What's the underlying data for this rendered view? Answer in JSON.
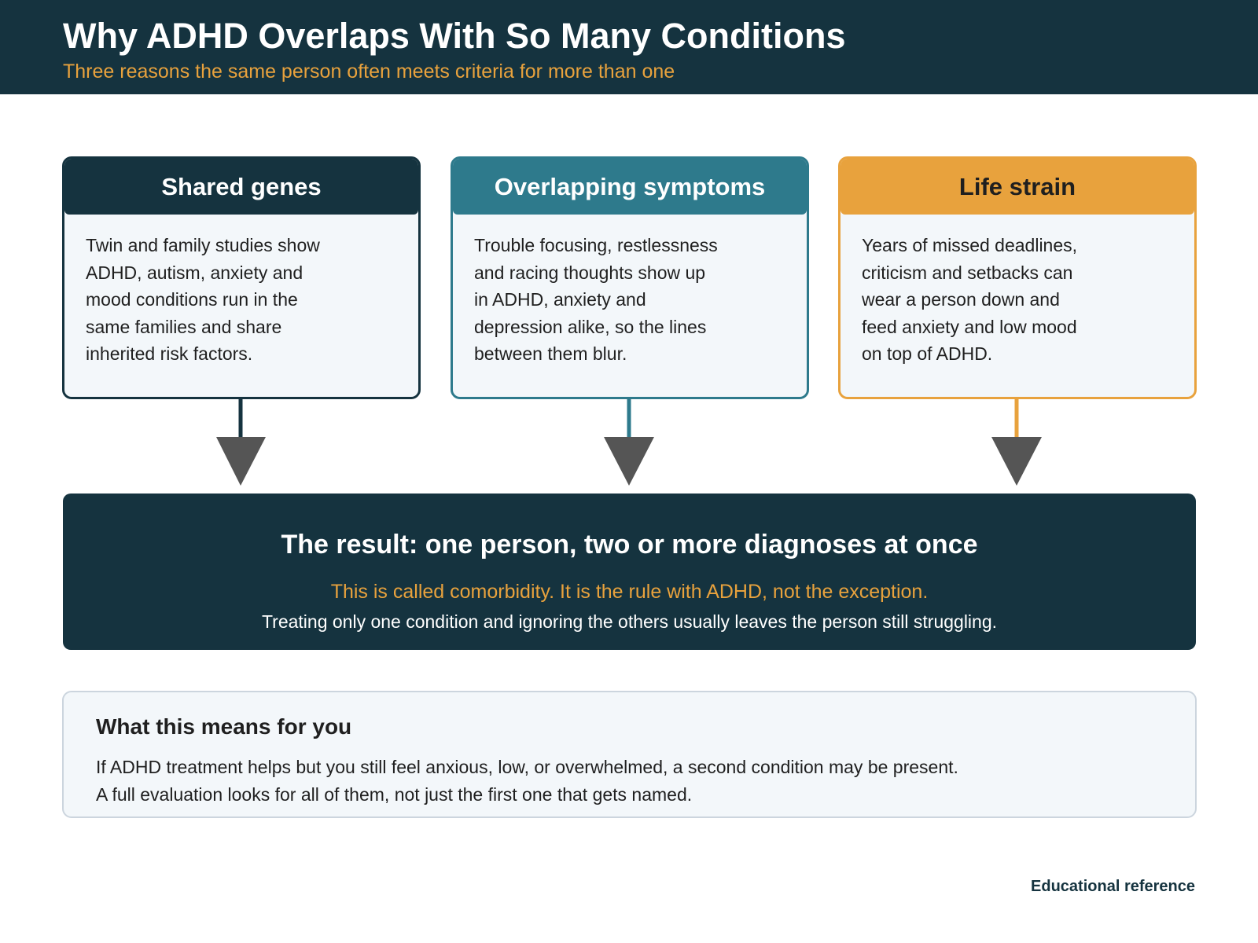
{
  "header": {
    "title": "Why ADHD Overlaps With So Many Conditions",
    "subtitle": "Three reasons the same person often meets criteria for more than one"
  },
  "cards": [
    {
      "title": "Shared genes",
      "text": "Twin and family studies show\nADHD, autism, anxiety and\nmood conditions run in the\nsame families and share\ninherited risk factors.",
      "color": "#15333f"
    },
    {
      "title": "Overlapping symptoms",
      "text": "Trouble focusing, restlessness\nand racing thoughts show up\nin ADHD, anxiety and\ndepression alike, so the lines\nbetween them blur.",
      "color": "#2e7a8c"
    },
    {
      "title": "Life strain",
      "text": "Years of missed deadlines,\ncriticism and setbacks can\nwear a person down and\nfeed anxiety and low mood\non top of ADHD.",
      "color": "#e8a23d"
    }
  ],
  "result": {
    "title": "The result: one person, two or more diagnoses at once",
    "accent": "This is called comorbidity. It is the rule with ADHD, not the exception.",
    "note": "Treating only one condition and ignoring the others usually leaves the person still struggling."
  },
  "means": {
    "title": "What this means for you",
    "text": "If ADHD treatment helps but you still feel anxious, low, or overwhelmed, a second condition may be present.\nA full evaluation looks for all of them, not just the first one that gets named."
  },
  "footer": {
    "label": "Educational reference"
  },
  "colors": {
    "navy": "#15333f",
    "teal": "#2e7a8c",
    "amber": "#e8a23d",
    "arrow": "#555555",
    "panel": "#f3f7fa"
  }
}
